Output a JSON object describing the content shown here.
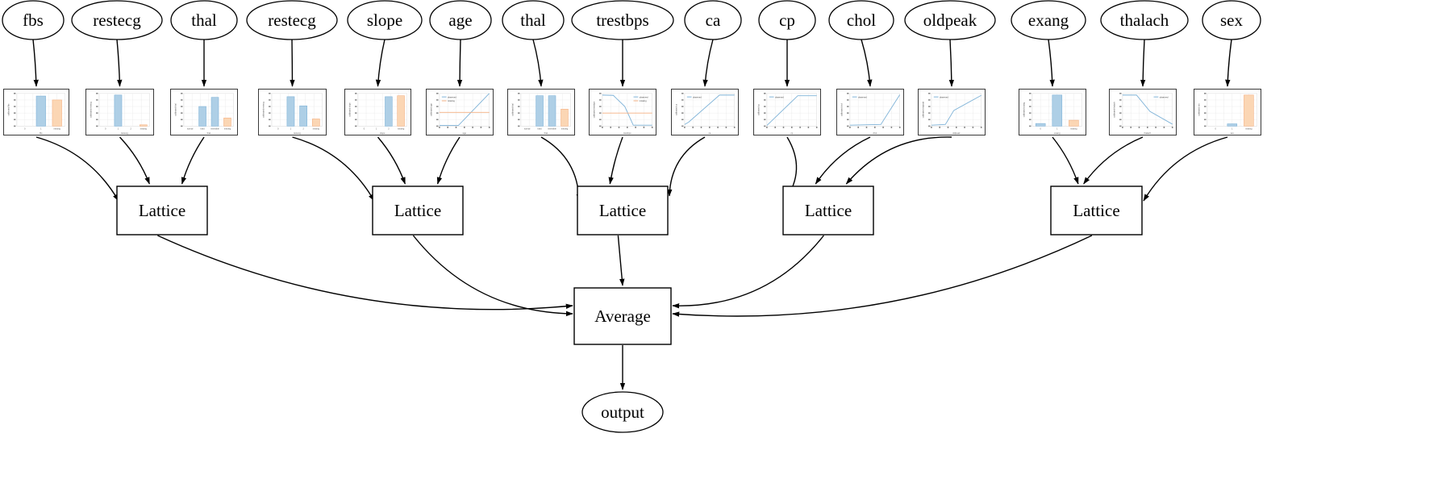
{
  "diagram": {
    "type": "calibrated-lattice-ensemble-graph",
    "title": "",
    "output_node": {
      "label": "output",
      "shape": "ellipse"
    },
    "aggregation_node": {
      "label": "Average",
      "shape": "box"
    },
    "lattice_label": "Lattice",
    "lattice_nodes": [
      {
        "id": "lattice1",
        "label": "Lattice"
      },
      {
        "id": "lattice2",
        "label": "Lattice"
      },
      {
        "id": "lattice3",
        "label": "Lattice"
      },
      {
        "id": "lattice4",
        "label": "Lattice"
      },
      {
        "id": "lattice5",
        "label": "Lattice"
      }
    ],
    "features": [
      {
        "id": "f0",
        "label": "fbs",
        "lattice": "lattice1"
      },
      {
        "id": "f1",
        "label": "restecg",
        "lattice": "lattice1"
      },
      {
        "id": "f2",
        "label": "thal",
        "lattice": "lattice1"
      },
      {
        "id": "f3",
        "label": "restecg",
        "lattice": "lattice2"
      },
      {
        "id": "f4",
        "label": "slope",
        "lattice": "lattice2"
      },
      {
        "id": "f5",
        "label": "age",
        "lattice": "lattice2"
      },
      {
        "id": "f6",
        "label": "thal",
        "lattice": "lattice3"
      },
      {
        "id": "f7",
        "label": "trestbps",
        "lattice": "lattice3"
      },
      {
        "id": "f8",
        "label": "ca",
        "lattice": "lattice3"
      },
      {
        "id": "f9",
        "label": "cp",
        "lattice": "lattice4"
      },
      {
        "id": "f10",
        "label": "chol",
        "lattice": "lattice4"
      },
      {
        "id": "f11",
        "label": "oldpeak",
        "lattice": "lattice4"
      },
      {
        "id": "f12",
        "label": "exang",
        "lattice": "lattice5"
      },
      {
        "id": "f13",
        "label": "thalach",
        "lattice": "lattice5"
      },
      {
        "id": "f14",
        "label": "sex",
        "lattice": "lattice5"
      }
    ]
  },
  "colors": {
    "observed": "#7fb3d8",
    "observed_fill": "#aecfe6",
    "missing": "#f5b183",
    "missing_fill": "#fbd6b4",
    "node_stroke": "#000000",
    "plot_border": "#3a3a3a",
    "grid": "#e8e8e8",
    "background": "#ffffff"
  },
  "chart_data": [
    {
      "id": "f0",
      "feature": "fbs",
      "type": "bar",
      "ylabel": "calibrated fbs",
      "xlabel": "fbs",
      "categories": [
        "0",
        "1",
        "missing"
      ],
      "series_names": [
        "observed",
        "observed",
        "missing"
      ],
      "values": [
        0.0,
        0.92,
        0.8
      ],
      "ylim": [
        0,
        1
      ],
      "legend": "none",
      "grid": true
    },
    {
      "id": "f1",
      "feature": "restecg",
      "type": "bar",
      "ylabel": "calibrated restecg",
      "xlabel": "restecg",
      "categories": [
        "0",
        "1",
        "2",
        "missing"
      ],
      "series_names": [
        "observed",
        "observed",
        "observed",
        "missing"
      ],
      "values": [
        0.0,
        0.95,
        0.0,
        0.04
      ],
      "ylim": [
        0,
        1
      ],
      "legend": "none",
      "grid": true
    },
    {
      "id": "f2",
      "feature": "thal",
      "type": "bar",
      "ylabel": "calibrated thal",
      "xlabel": "thal",
      "categories": [
        "normal",
        "fixed",
        "reversible",
        "missing"
      ],
      "series_names": [
        "observed",
        "observed",
        "observed",
        "missing"
      ],
      "values": [
        0.0,
        0.6,
        0.88,
        0.25
      ],
      "ylim": [
        0,
        1
      ],
      "legend": "none",
      "grid": true
    },
    {
      "id": "f3",
      "feature": "restecg",
      "type": "bar",
      "ylabel": "calibrated restecg",
      "xlabel": "restecg",
      "categories": [
        "0",
        "1",
        "2",
        "missing"
      ],
      "series_names": [
        "observed",
        "observed",
        "observed",
        "missing"
      ],
      "values": [
        0.0,
        0.9,
        0.62,
        0.22
      ],
      "ylim": [
        0,
        1
      ],
      "legend": "none",
      "grid": true
    },
    {
      "id": "f4",
      "feature": "slope",
      "type": "bar",
      "ylabel": "calibrated slope",
      "xlabel": "slope",
      "categories": [
        "0",
        "1",
        "2",
        "missing"
      ],
      "series_names": [
        "observed",
        "observed",
        "observed",
        "missing"
      ],
      "values": [
        0.0,
        0.0,
        0.9,
        0.93
      ],
      "ylim": [
        0,
        1
      ],
      "legend": "none",
      "grid": true
    },
    {
      "id": "f5",
      "feature": "age",
      "type": "line",
      "ylabel": "calibrated age",
      "xlabel": "age",
      "x": [
        0,
        0.38,
        1.0
      ],
      "series": [
        {
          "name": "observed",
          "values": [
            0.02,
            0.02,
            1.0
          ]
        },
        {
          "name": "missing",
          "values": [
            0.42,
            0.42,
            0.42
          ]
        }
      ],
      "ylim": [
        0,
        1
      ],
      "legend": "upper left",
      "grid": true
    },
    {
      "id": "f6",
      "feature": "thal",
      "type": "bar",
      "ylabel": "calibrated thal",
      "xlabel": "thal",
      "categories": [
        "normal",
        "fixed",
        "reversible",
        "missing"
      ],
      "series_names": [
        "observed",
        "observed",
        "observed",
        "missing"
      ],
      "values": [
        0.0,
        0.93,
        0.93,
        0.52
      ],
      "ylim": [
        0,
        1
      ],
      "legend": "none",
      "grid": true
    },
    {
      "id": "f7",
      "feature": "trestbps",
      "type": "line",
      "ylabel": "calibrated trestbps",
      "xlabel": "trestbps",
      "x": [
        0,
        0.22,
        0.45,
        0.62,
        1.0
      ],
      "series": [
        {
          "name": "observed",
          "values": [
            0.95,
            0.94,
            0.6,
            0.03,
            0.03
          ]
        },
        {
          "name": "missing",
          "values": [
            0.4,
            0.4,
            0.4,
            0.4,
            0.4
          ]
        }
      ],
      "ylim": [
        0,
        1
      ],
      "legend": "upper right",
      "grid": true
    },
    {
      "id": "f8",
      "feature": "ca",
      "type": "line",
      "ylabel": "calibrated ca",
      "xlabel": "ca",
      "x": [
        0,
        0.08,
        0.7,
        1.0
      ],
      "series": [
        {
          "name": "observed",
          "values": [
            0.05,
            0.12,
            0.95,
            0.95
          ]
        }
      ],
      "ylim": [
        0,
        1
      ],
      "legend": "upper left",
      "grid": true
    },
    {
      "id": "f9",
      "feature": "cp",
      "type": "line",
      "ylabel": "calibrated cp",
      "xlabel": "cp",
      "x": [
        0,
        0.62,
        1.0
      ],
      "series": [
        {
          "name": "observed",
          "values": [
            0.02,
            0.93,
            0.93
          ]
        }
      ],
      "ylim": [
        0,
        1
      ],
      "legend": "upper left",
      "grid": true
    },
    {
      "id": "f10",
      "feature": "chol",
      "type": "line",
      "ylabel": "calibrated chol",
      "xlabel": "chol",
      "x": [
        0,
        0.62,
        1.0
      ],
      "series": [
        {
          "name": "observed",
          "values": [
            0.03,
            0.05,
            0.96
          ]
        }
      ],
      "ylim": [
        0,
        1
      ],
      "legend": "upper left",
      "grid": true
    },
    {
      "id": "f11",
      "feature": "oldpeak",
      "type": "line",
      "ylabel": "calibrated oldpeak",
      "xlabel": "oldpeak",
      "x": [
        0,
        0.28,
        0.45,
        1.0
      ],
      "series": [
        {
          "name": "observed",
          "values": [
            0.03,
            0.05,
            0.48,
            0.94
          ]
        }
      ],
      "ylim": [
        0,
        1
      ],
      "legend": "upper left",
      "grid": true
    },
    {
      "id": "f12",
      "feature": "exang",
      "type": "bar",
      "ylabel": "calibrated exang",
      "xlabel": "exang",
      "categories": [
        "0",
        "1",
        "missing"
      ],
      "series_names": [
        "observed",
        "observed",
        "missing"
      ],
      "values": [
        0.08,
        0.95,
        0.18
      ],
      "ylim": [
        0,
        1
      ],
      "legend": "none",
      "grid": true
    },
    {
      "id": "f13",
      "feature": "thalach",
      "type": "line",
      "ylabel": "calibrated thalach",
      "xlabel": "thalach",
      "x": [
        0,
        0.28,
        0.55,
        1.0
      ],
      "series": [
        {
          "name": "observed",
          "values": [
            0.95,
            0.95,
            0.45,
            0.06
          ]
        }
      ],
      "ylim": [
        0,
        1
      ],
      "legend": "upper right",
      "grid": true
    },
    {
      "id": "f14",
      "feature": "sex",
      "type": "bar",
      "ylabel": "calibrated sex",
      "xlabel": "sex",
      "categories": [
        "0",
        "1",
        "missing"
      ],
      "series_names": [
        "observed",
        "observed",
        "missing"
      ],
      "values": [
        0.0,
        0.07,
        0.95
      ],
      "ylim": [
        0,
        1
      ],
      "legend": "none",
      "grid": true
    }
  ],
  "legend_labels": {
    "observed": "observed",
    "missing": "missing"
  }
}
